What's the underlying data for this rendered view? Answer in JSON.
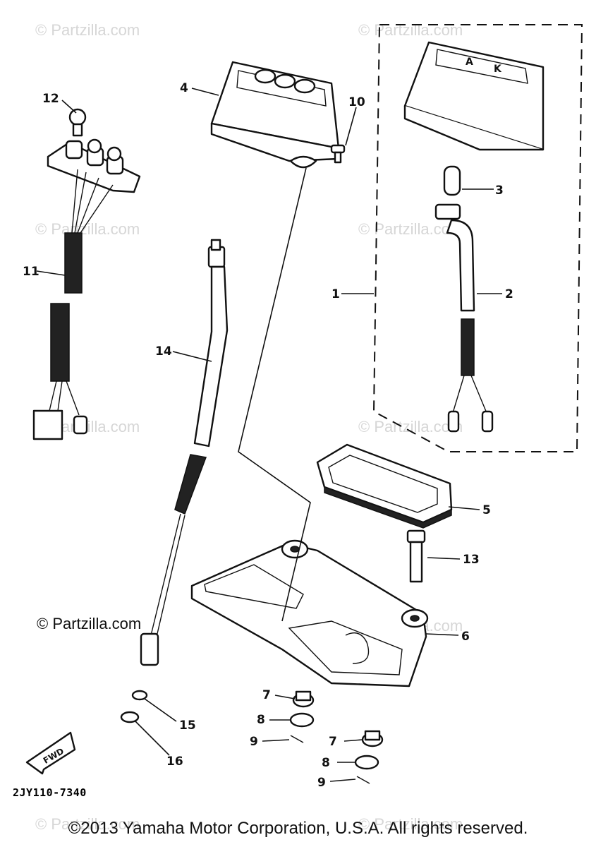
{
  "watermark": "© Partzilla.com",
  "partzilla_mark": "© Partzilla.com",
  "diagram_code": "2JY110-7340",
  "copyright": "©2013 Yamaha Motor Corporation, U.S.A. All rights reserved.",
  "fwd_label": "FWD",
  "callouts": {
    "c1": "1",
    "c2": "2",
    "c3": "3",
    "c4": "4",
    "c5": "5",
    "c6": "6",
    "c7a": "7",
    "c7b": "7",
    "c8a": "8",
    "c8b": "8",
    "c9a": "9",
    "c9b": "9",
    "c10": "10",
    "c11": "11",
    "c12": "12",
    "c13": "13",
    "c14": "14",
    "c15": "15",
    "c16": "16"
  }
}
